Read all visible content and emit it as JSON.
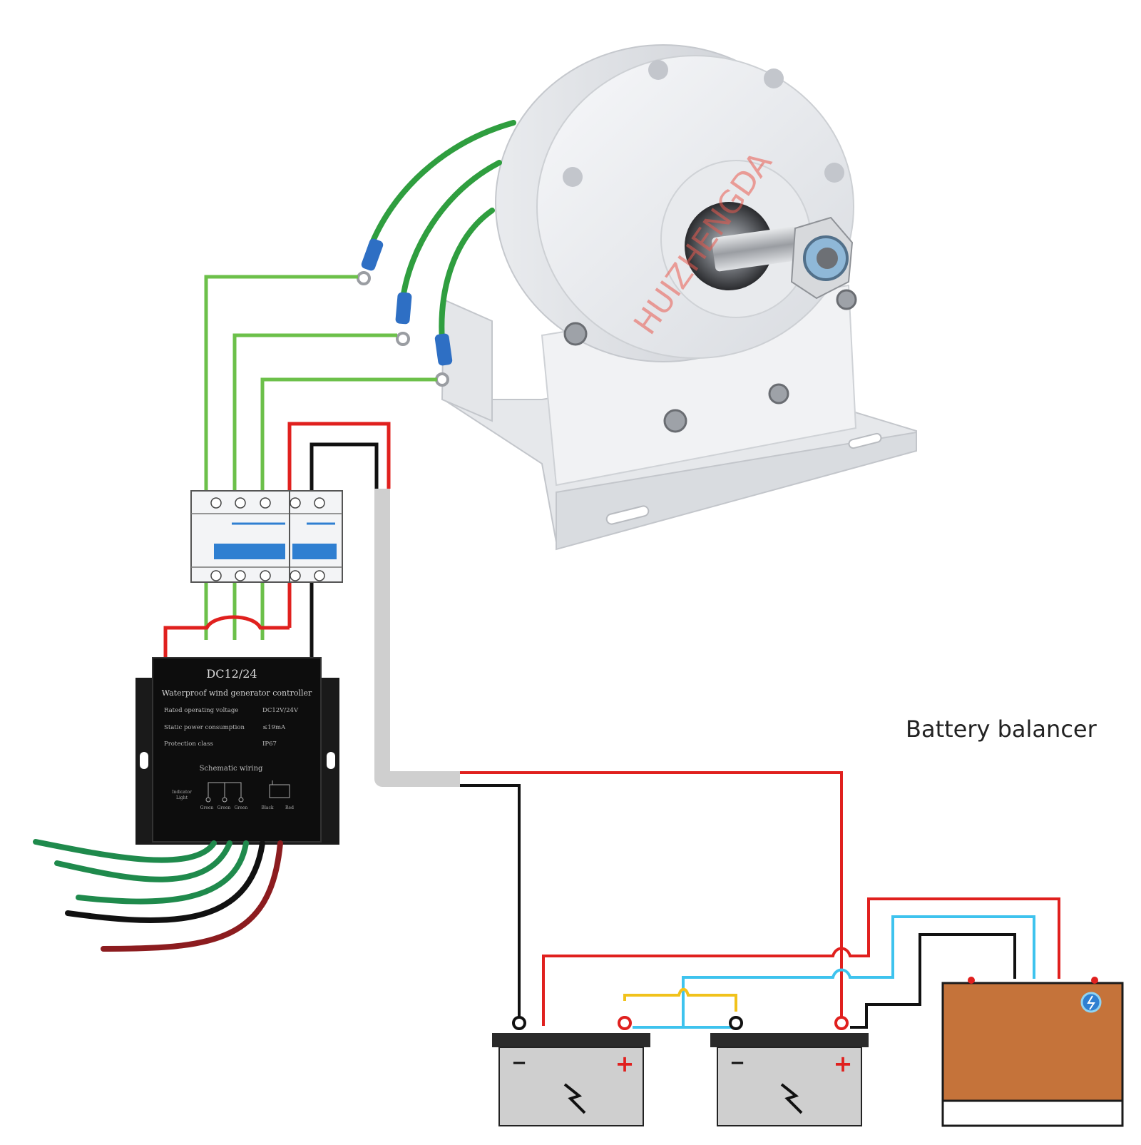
{
  "diagram": {
    "balancer_label": "Battery balancer",
    "watermark": "HUIZHENGDA",
    "controller": {
      "model": "DC12/24",
      "subtitle": "Waterproof wind generator controller",
      "spec_rows": [
        {
          "label": "Rated operating voltage",
          "value": "DC12V/24V"
        },
        {
          "label": "Static power consumption",
          "value": "≤19mA"
        },
        {
          "label": "Protection class",
          "value": "IP67"
        }
      ],
      "wiring_heading": "Schematic wiring",
      "wiring_labels": [
        "Indicator",
        "Light",
        "Green",
        "Green",
        "Green",
        "Black",
        "Red"
      ]
    },
    "battery_terminals": {
      "negative": "−",
      "positive": "+"
    },
    "colors": {
      "green_wire": "#6cc04a",
      "red_wire": "#e0201e",
      "black_wire": "#111111",
      "blue_wire": "#3ec3ee",
      "yellow_wire": "#f1c21b",
      "gray_cable": "#cfcfcf",
      "balancer_body": "#c5733a",
      "breaker_handle": "#2f7fd1"
    }
  }
}
